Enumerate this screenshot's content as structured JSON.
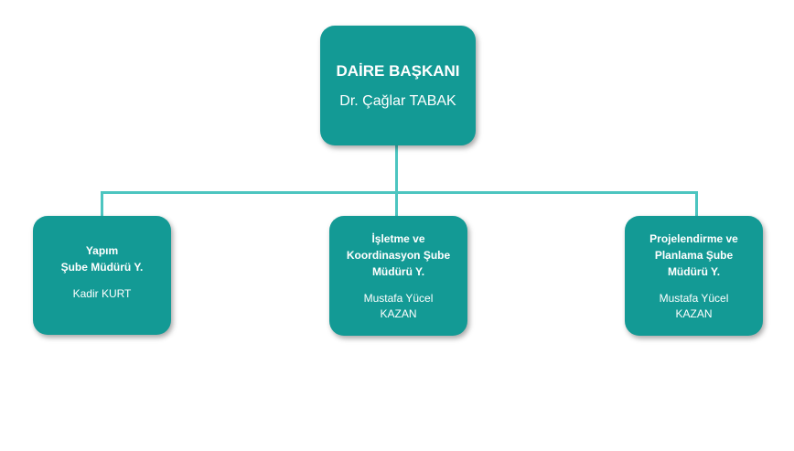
{
  "colors": {
    "box": "#139a95",
    "connector": "#4cc5c0",
    "text": "#ffffff"
  },
  "head": {
    "title": "DAİRE BAŞKANI",
    "name": "Dr. Çağlar TABAK"
  },
  "units": [
    {
      "title": [
        "Yapım",
        "Şube Müdürü Y."
      ],
      "name": [
        "Kadir KURT"
      ]
    },
    {
      "title": [
        "İşletme ve",
        "Koordinasyon Şube",
        "Müdürü Y."
      ],
      "name": [
        "Mustafa Yücel",
        "KAZAN"
      ]
    },
    {
      "title": [
        "Projelendirme ve",
        "Planlama Şube",
        "Müdürü Y."
      ],
      "name": [
        "Mustafa Yücel",
        "KAZAN"
      ]
    }
  ]
}
